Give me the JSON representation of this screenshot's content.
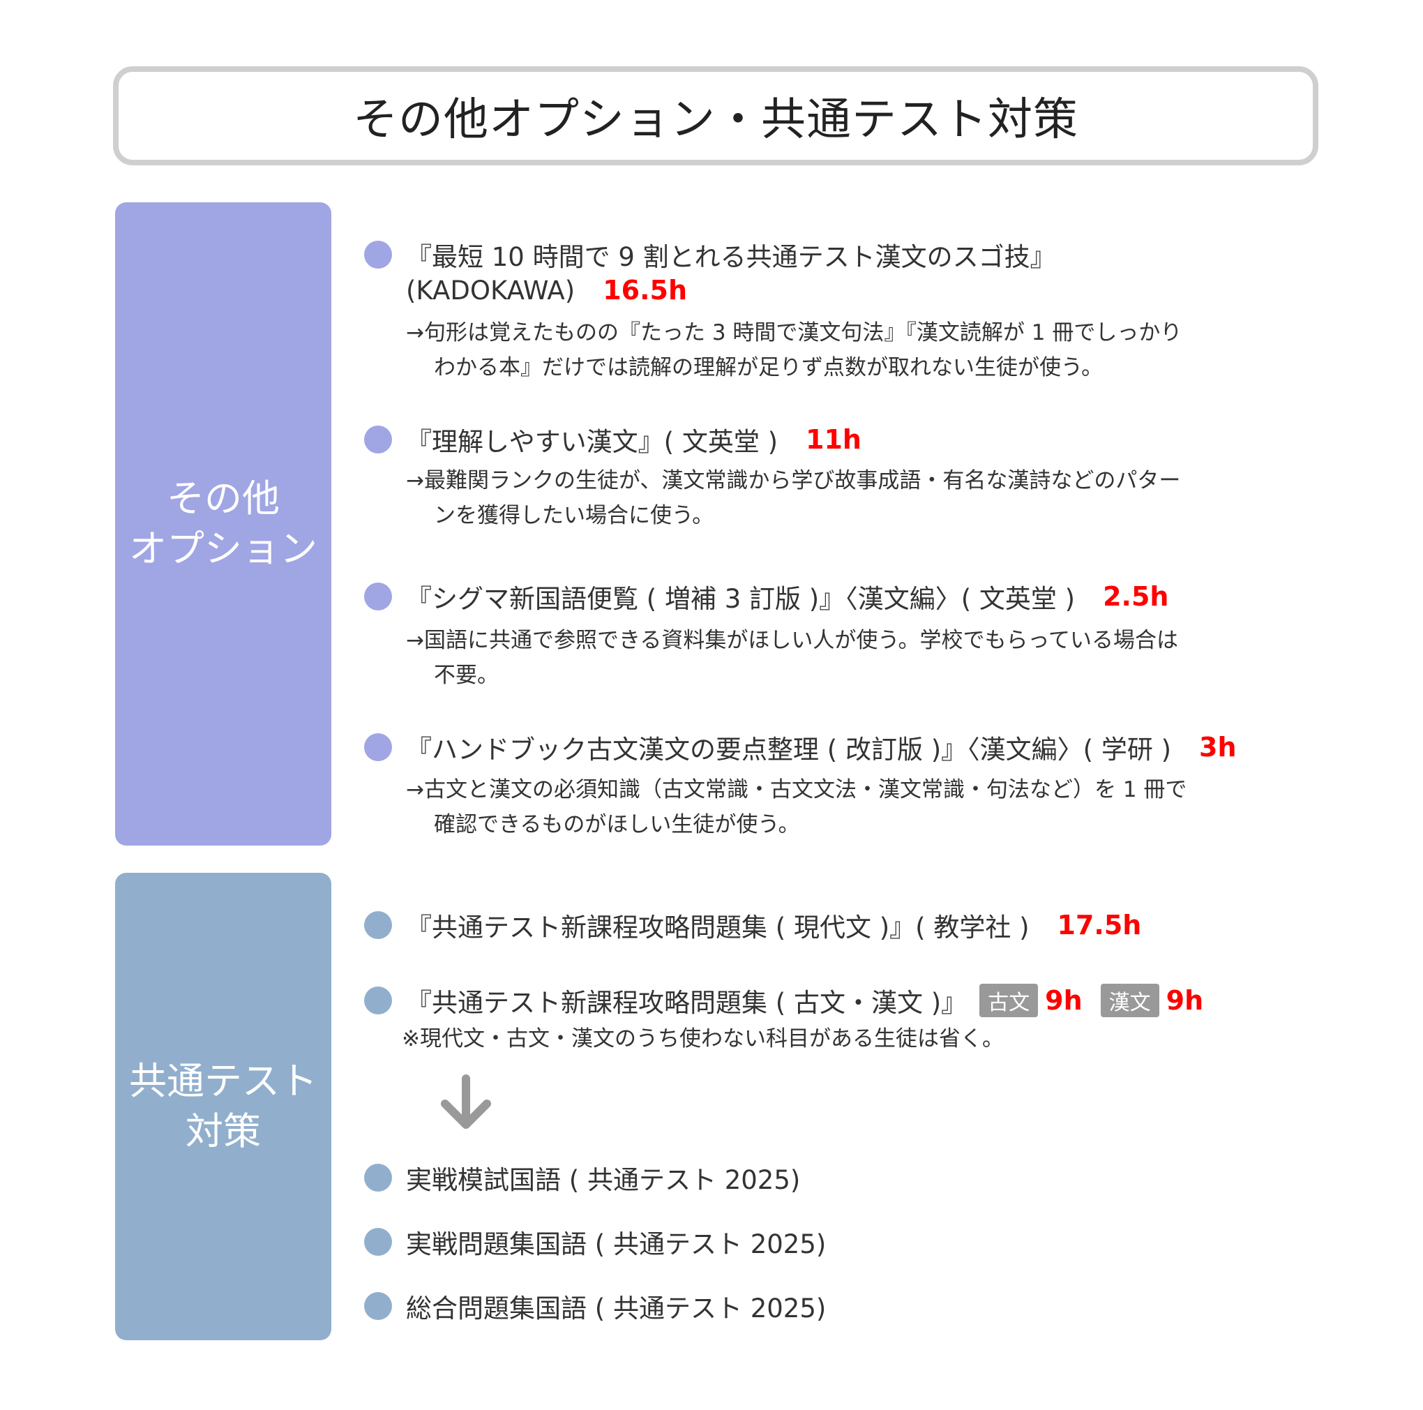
{
  "title": "その他オプション・共通テスト対策",
  "sections": [
    {
      "label_line1": "その他",
      "label_line2": "オプション"
    },
    {
      "label_line1": "共通テスト",
      "label_line2": "対策"
    }
  ],
  "items": [
    {
      "title_line1": "『最短 10 時間で 9 割とれる共通テスト漢文のスゴ技』",
      "title_line2": "(KADOKAWA)",
      "hours": "16.5h",
      "note_line1": "→句形は覚えたものの『たった 3 時間で漢文句法』『漢文読解が 1 冊でしっかり",
      "note_line2": "わかる本』だけでは読解の理解が足りず点数が取れない生徒が使う。"
    },
    {
      "title": "『理解しやすい漢文』( 文英堂 )",
      "hours": "11h",
      "note_line1": "→最難関ランクの生徒が、漢文常識から学び故事成語・有名な漢詩などのパター",
      "note_line2": "ンを獲得したい場合に使う。"
    },
    {
      "title": "『シグマ新国語便覧 ( 増補 3 訂版 )』〈漢文編〉( 文英堂 )",
      "hours": "2.5h",
      "note_line1": "→国語に共通で参照できる資料集がほしい人が使う。学校でもらっている場合は",
      "note_line2": "不要。"
    },
    {
      "title": "『ハンドブック古文漢文の要点整理 ( 改訂版 )』〈漢文編〉( 学研 )",
      "hours": "3h",
      "note_line1": "→古文と漢文の必須知識（古文常識・古文文法・漢文常識・句法など）を 1 冊で",
      "note_line2": "確認できるものがほしい生徒が使う。"
    },
    {
      "title": "『共通テスト新課程攻略問題集 ( 現代文 )』( 教学社 )",
      "hours": "17.5h"
    },
    {
      "title": "『共通テスト新課程攻略問題集 ( 古文・漢文 )』",
      "tag1": "古文",
      "hours1": "9h",
      "tag2": "漢文",
      "hours2": "9h",
      "note": "※現代文・古文・漢文のうち使わない科目がある生徒は省く。"
    },
    {
      "title": "実戦模試国語 ( 共通テスト 2025)"
    },
    {
      "title": "実戦問題集国語 ( 共通テスト 2025)"
    },
    {
      "title": "総合問題集国語 ( 共通テスト 2025)"
    }
  ]
}
